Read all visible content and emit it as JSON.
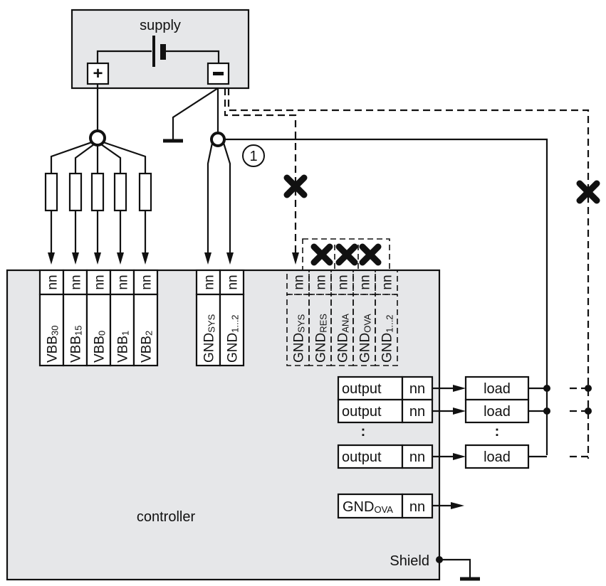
{
  "supply": {
    "label": "supply",
    "plus": "+",
    "minus": "–"
  },
  "controller": {
    "label": "controller"
  },
  "marker": {
    "number": "1"
  },
  "vbb_pins": [
    {
      "nn": "nn",
      "main": "VBB",
      "sub": "30"
    },
    {
      "nn": "nn",
      "main": "VBB",
      "sub": "15"
    },
    {
      "nn": "nn",
      "main": "VBB",
      "sub": "0"
    },
    {
      "nn": "nn",
      "main": "VBB",
      "sub": "1"
    },
    {
      "nn": "nn",
      "main": "VBB",
      "sub": "2"
    }
  ],
  "gnd_pins": [
    {
      "nn": "nn",
      "main": "GND",
      "sub": "SYS"
    },
    {
      "nn": "nn",
      "main": "GND",
      "sub": "1...2"
    }
  ],
  "gnd_wrong_pins": [
    {
      "nn": "nn",
      "main": "GND",
      "sub": "SYS"
    },
    {
      "nn": "nn",
      "main": "GND",
      "sub": "RES"
    },
    {
      "nn": "nn",
      "main": "GND",
      "sub": "ANA"
    },
    {
      "nn": "nn",
      "main": "GND",
      "sub": "OVA"
    },
    {
      "nn": "nn",
      "main": "GND",
      "sub": "1...2"
    }
  ],
  "outputs": [
    {
      "label": "output",
      "nn": "nn",
      "load": "load"
    },
    {
      "label": "output",
      "nn": "nn",
      "load": "load"
    },
    {
      "label": "output",
      "nn": "nn",
      "load": "load"
    }
  ],
  "ellipsis": ":",
  "gnd_ova": {
    "main": "GND",
    "sub": "OVA",
    "nn": "nn"
  },
  "shield": {
    "label": "Shield"
  }
}
